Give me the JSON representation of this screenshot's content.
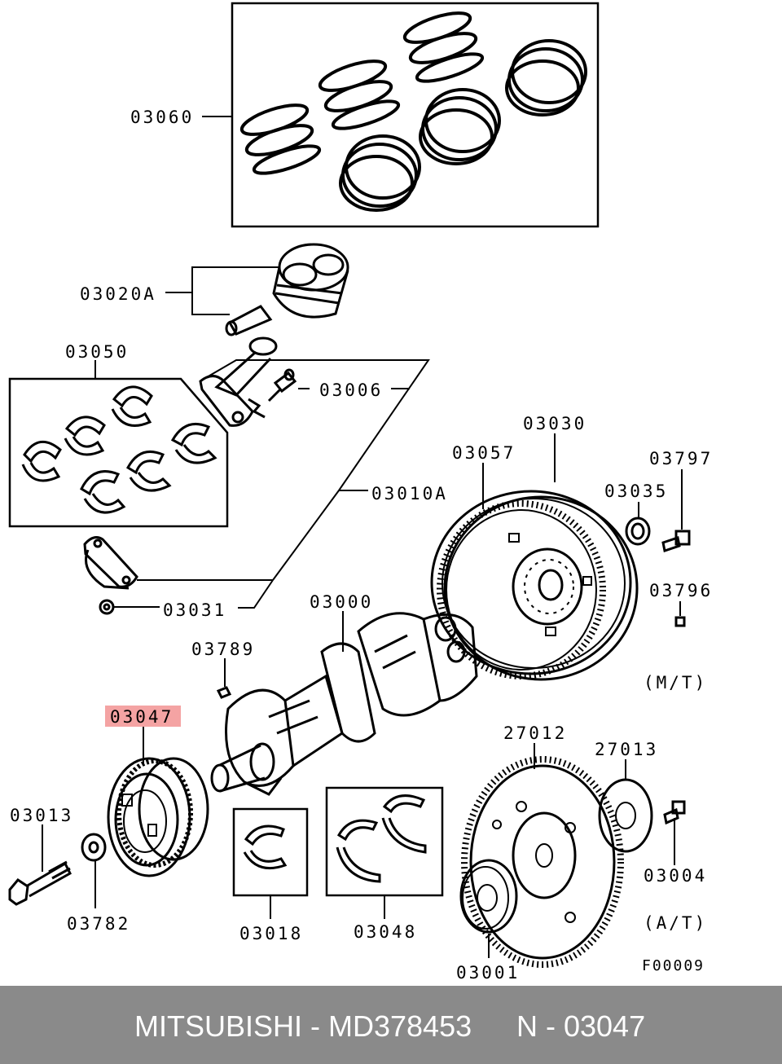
{
  "labels": {
    "piston_rings": "03060",
    "piston": "03020A",
    "bearings_set": "03050",
    "rod_bolt": "03006",
    "connecting_rod": "03010A",
    "rod_cap": "03031",
    "flywheel": "03030",
    "ring_gear": "03057",
    "bushing": "03035",
    "flywheel_bolt": "03797",
    "pin": "03796",
    "crankshaft": "03000",
    "key": "03789",
    "pulley": "03047",
    "pulley_bolt": "03013",
    "washer": "03782",
    "main_bearing": "03018",
    "thrust_bearing": "03048",
    "drive_plate": "27012",
    "plate_adapter": "27013",
    "drive_plate_bolt": "03004",
    "adapter": "03001",
    "mt": "(M/T)",
    "at": "(A/T)",
    "figure_code": "F00009"
  },
  "highlight_color": "#f4a3a3",
  "footer": {
    "brand_part": "MITSUBISHI - MD378453",
    "ref": "N - 03047",
    "background": "#8a8a8a"
  }
}
